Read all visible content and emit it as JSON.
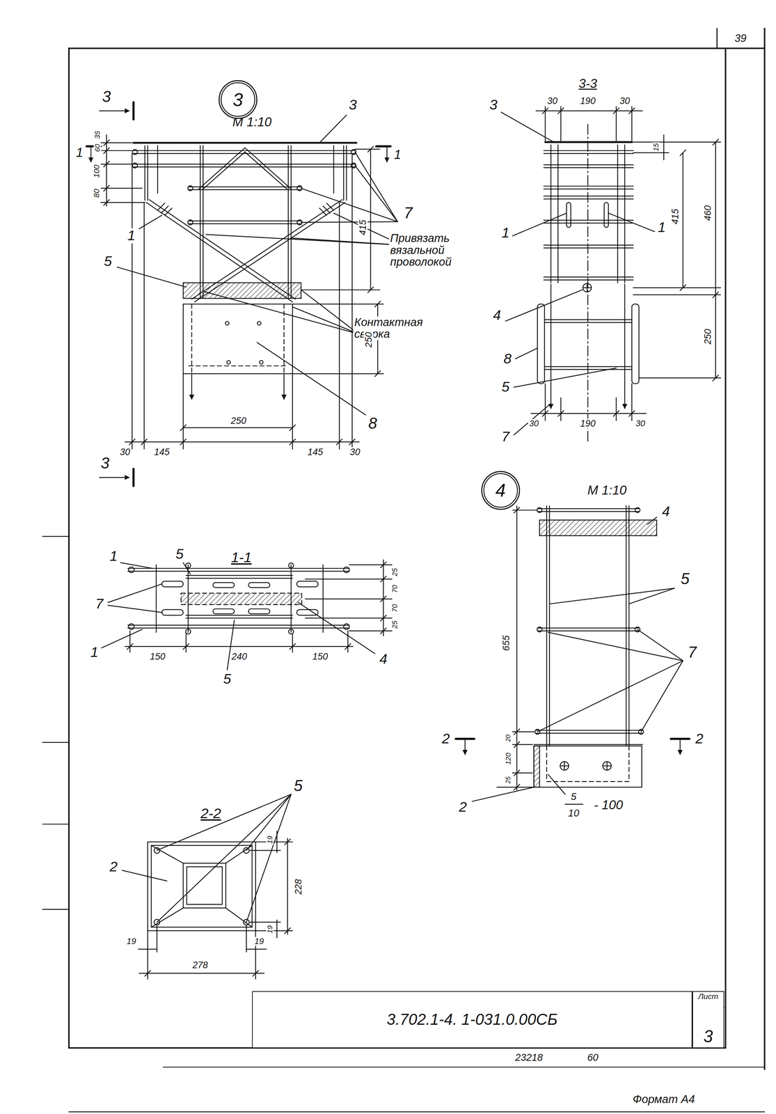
{
  "diagram": {
    "nodes": [
      {
        "text": [
          "3"
        ]
      },
      {
        "text": [
          "4"
        ]
      },
      {
        "text": [
          "3.702.1-4. 1-031.0.00СБ"
        ]
      },
      {
        "text": [
          "Лист",
          "3"
        ]
      }
    ],
    "labels": [
      "39",
      "3",
      "М 1:10",
      "3",
      "35",
      "60",
      "100",
      "80",
      "1",
      "1",
      "7",
      "Привязать вязальной проволокой",
      "1",
      "5",
      "415",
      "Контактная сварка",
      "250",
      "8",
      "30",
      "145",
      "250",
      "145",
      "30",
      "3",
      "3-3",
      "3",
      "30",
      "190",
      "30",
      "15",
      "415",
      "460",
      "1",
      "1",
      "4",
      "8",
      "250",
      "5",
      "30",
      "190",
      "30",
      "7",
      "1-1",
      "1",
      "5",
      "25",
      "70",
      "70",
      "25",
      "7",
      "1",
      "150",
      "240",
      "150",
      "4",
      "5",
      "М 1:10",
      "4",
      "5",
      "655",
      "7",
      "2",
      "20",
      "2",
      "120",
      "25",
      "2",
      "5",
      "10",
      "- 100",
      "2-2",
      "5",
      "2",
      "19",
      "228",
      "19",
      "19",
      "19",
      "278",
      "23218",
      "60",
      "Формат А4"
    ]
  }
}
